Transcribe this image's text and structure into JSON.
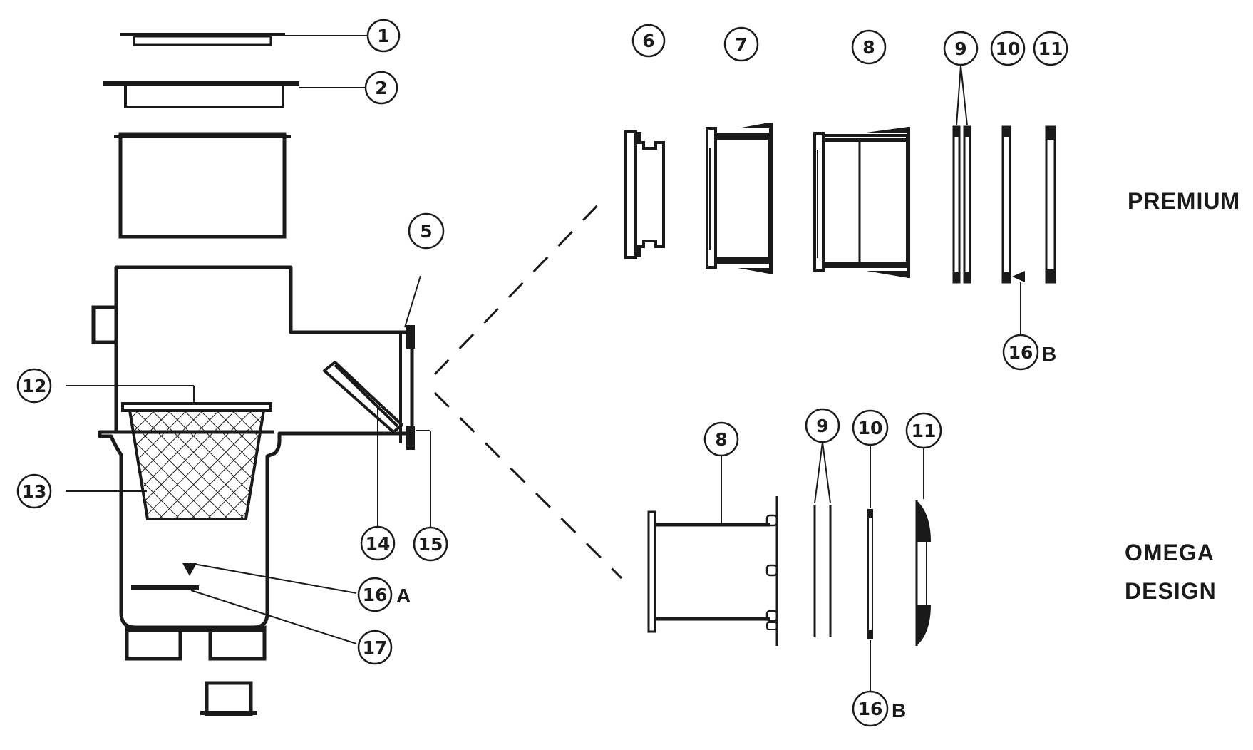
{
  "callouts": {
    "c1": "1",
    "c2": "2",
    "c5": "5",
    "c6": "6",
    "c7": "7",
    "c8": "8",
    "c9": "9",
    "c10": "10",
    "c11": "11",
    "c12": "12",
    "c13": "13",
    "c14": "14",
    "c15": "15",
    "c16a": "16",
    "c16a_suffix": "A",
    "c17": "17",
    "c16b_premium": "16",
    "c16b_premium_suffix": "B",
    "c8_omega": "8",
    "c9_omega": "9",
    "c10_omega": "10",
    "c11_omega": "11",
    "c16b_omega": "16",
    "c16b_omega_suffix": "B"
  },
  "variants": {
    "premium": "PREMIUM",
    "omega_line1": "OMEGA",
    "omega_line2": "DESIGN"
  },
  "colors": {
    "ink": "#1a1a1a",
    "paper": "#ffffff"
  }
}
